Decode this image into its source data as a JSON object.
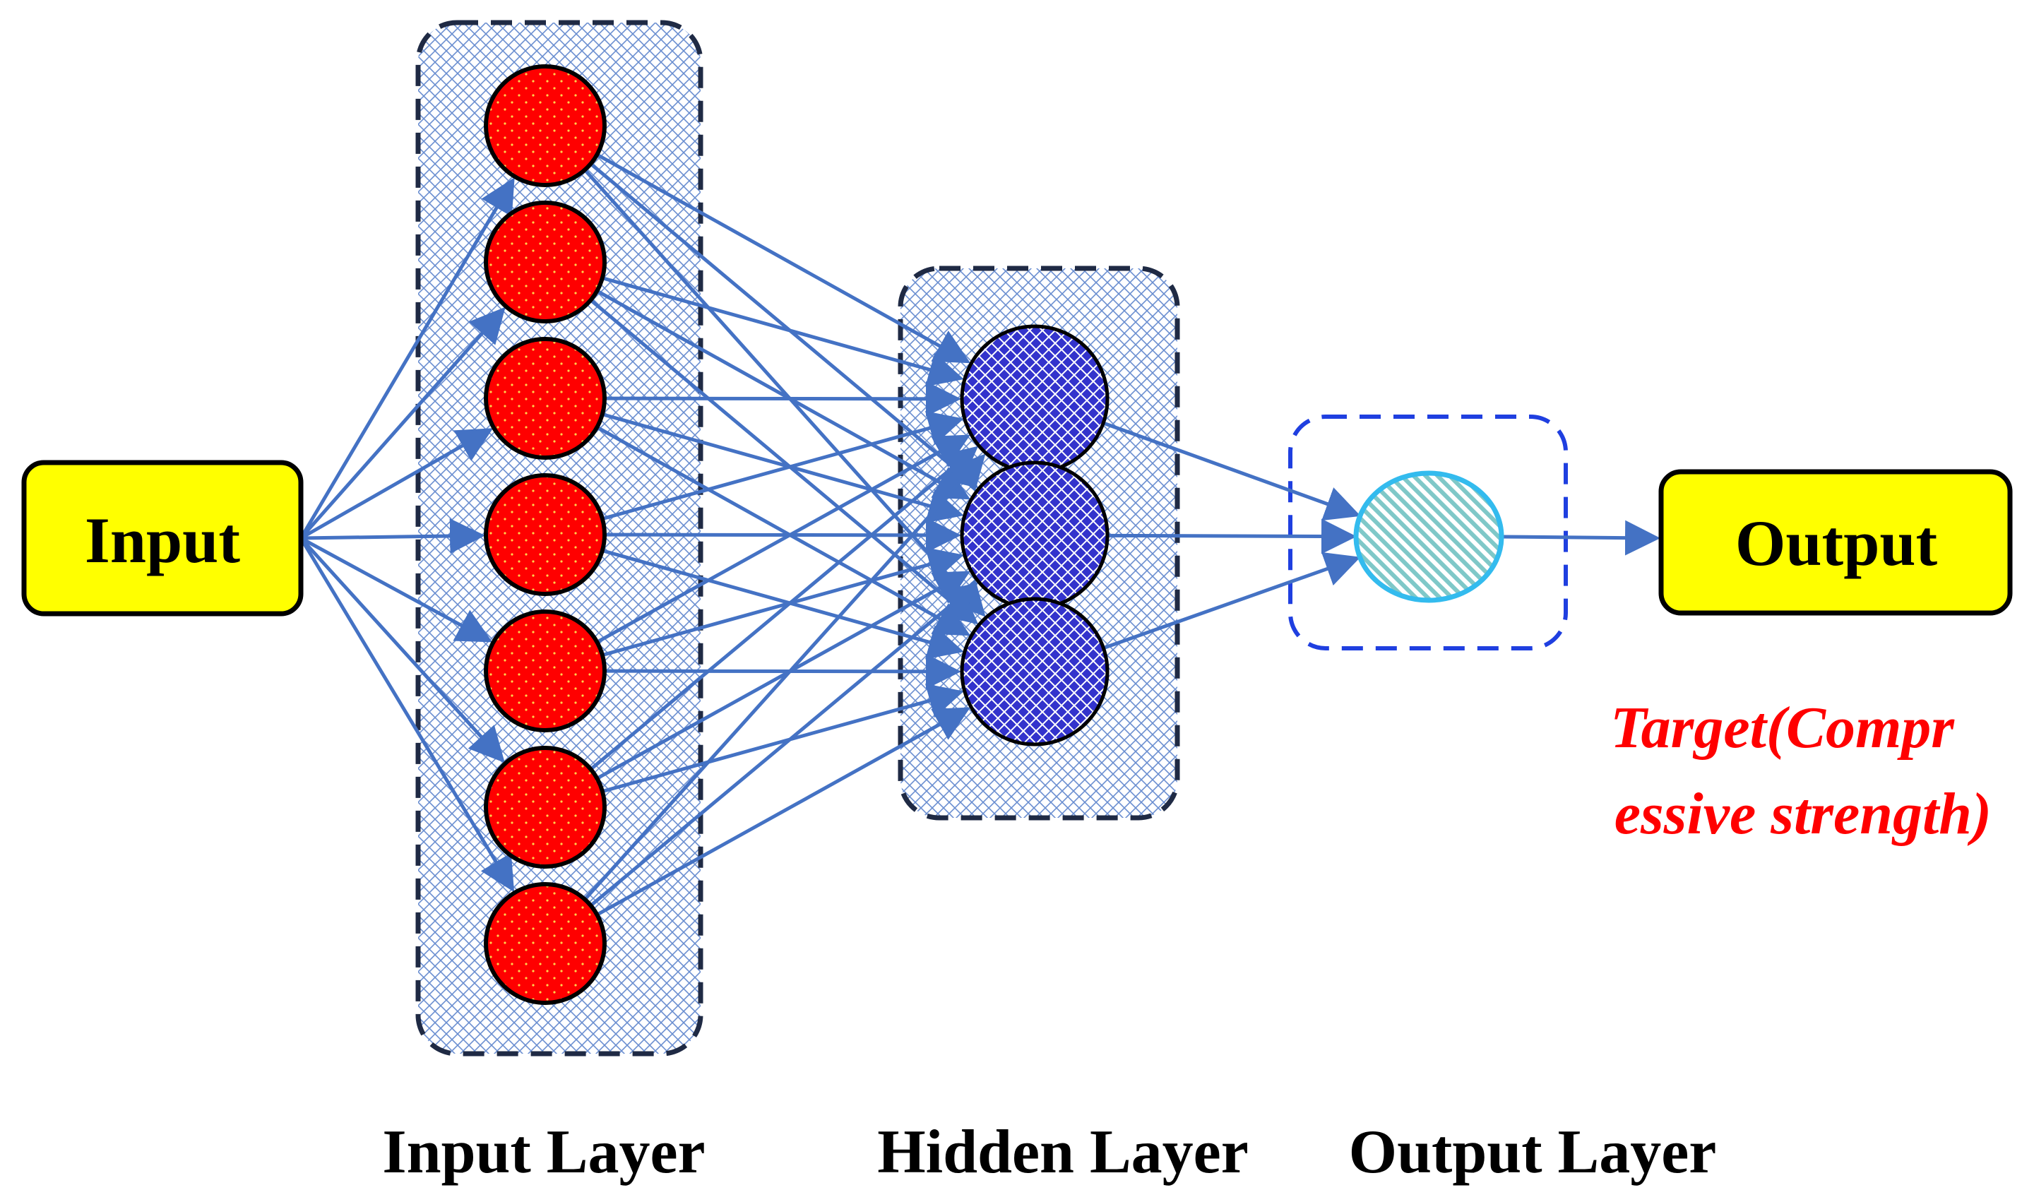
{
  "input_box": {
    "label": "Input"
  },
  "output_box": {
    "label": "Output"
  },
  "layers": {
    "input": {
      "label": "Input Layer",
      "node_count": 7
    },
    "hidden": {
      "label": "Hidden Layer",
      "node_count": 3
    },
    "output": {
      "label": "Output Layer",
      "node_count": 1
    }
  },
  "target": {
    "line1": "Target(Compr",
    "line2": "essive strength)"
  },
  "colors": {
    "edge": "#4472C4",
    "io_box_fill": "#FFFF00",
    "input_node_fill": "#FF0000",
    "hidden_node_fill": "#3333CC",
    "output_node_fill": "#9ED6E0",
    "output_node_stroke": "#33BBEE",
    "layer_frame_stroke": "#1F2A44",
    "output_frame_stroke": "#1F3FE0",
    "target_text": "#FF0000"
  },
  "icons": {
    "input_node": "circle",
    "hidden_node": "circle",
    "output_node": "circle"
  }
}
